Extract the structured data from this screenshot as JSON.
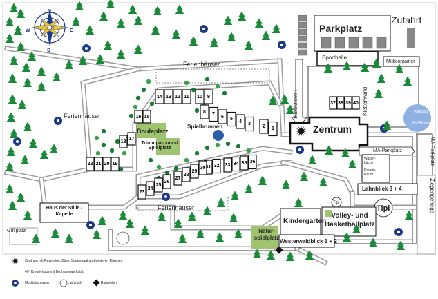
{
  "labels": {
    "zufahrt": "Zufahrt",
    "parkplatz": "Parkplatz",
    "sporthalle": "Sporthalle",
    "muellcontainer": "Müllcontainer",
    "hauptzugang": "Hauptzugang",
    "kletterwand": "Kletterwand",
    "ferienhaeuser_top": "Ferienhäuser",
    "ferienhaeuser_left": "Ferienhäuser",
    "ferienhaeuser_bottom": "Ferienhäuser",
    "spielbrunnen": "Spielbrunnen",
    "boulplatz": "Bouleplatz",
    "trimmparcours": "Trimmparcours/ Spielplatz",
    "zentrum": "Zentrum",
    "parkplatz_right": "Parkplatz",
    "an_abreise": "An-/Abreise",
    "ma_parkplatz": "MA-Parkplatz",
    "ma_parkplatz_vertical": "MA-Parkplatz",
    "waschkueche": "Wasch-küche",
    "kreativraum": "Kreativ-Raum",
    "lahnblick": "Lahnblick 3 + 4",
    "ziegengehege": "Ziegengehege",
    "tipi_small": "Tipi",
    "tipi_big": "Tipi",
    "volleyball": "Volley- und Basketballplatz",
    "kindergarten": "Kindergarten",
    "westerwaldblick": "Westerwaldblick 1 + 2",
    "natur_spielplatz": "Natur-spielplatz",
    "haus_der_stille": "Haus der Stille / Kapelle",
    "grillplatz": "Grillplatz"
  },
  "houses": {
    "row_top": [
      "14",
      "13",
      "12",
      "11",
      "10",
      "9"
    ],
    "row_mid": [
      "8",
      "7",
      "6",
      "5",
      "4",
      "3",
      "2",
      "1"
    ],
    "row_left": [
      "16",
      "15",
      "18",
      "17"
    ],
    "row_lower": [
      "22",
      "21",
      "20",
      "19"
    ],
    "row_diag": [
      "31",
      "32",
      "33",
      "34",
      "35",
      "36"
    ],
    "row_bottom": [
      "23",
      "24",
      "25",
      "26",
      "27",
      "28",
      "29",
      "30"
    ],
    "row_right": [
      "37",
      "38",
      "39",
      "40"
    ]
  },
  "legend": {
    "zentrum": "Zentrum mit Rezeption, Büro, Speisesaal und weiteren Räumen",
    "kreativhaus": "40° Kreativhaus mit Bildhauerwerkstatt",
    "meditationsweg": "Meditationsweg",
    "labyrinth": "Labyrinth",
    "ruhmofen": "Ruhmofen"
  },
  "compass": {
    "n": "N",
    "s": "S",
    "e": "E",
    "w": "W"
  },
  "colors": {
    "tree": "#1a8a3a",
    "grass": "#9fc36e",
    "path": "#999999",
    "building": "#111111",
    "meditation_blue": "#1e3a8a",
    "fountain": "#2d5fa8",
    "parking_disk": "#8fb1e3"
  }
}
